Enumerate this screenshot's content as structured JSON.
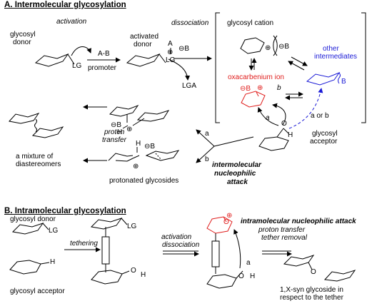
{
  "sections": {
    "a_title": "A. Intermolecular glycosylation",
    "b_title": "B. Intramolecular glycosylation"
  },
  "part_a": {
    "activation": "activation",
    "glycosyl_donor_1": "glycosyl",
    "glycosyl_donor_2": "donor",
    "lg": "LG",
    "ab": "A-B",
    "promoter": "promoter",
    "activated_donor_1": "activated",
    "activated_donor_2": "donor",
    "a": "A",
    "plus": "⊕",
    "minus_b": "⊖B",
    "lg2": "LG",
    "dissociation": "dissociation",
    "lga": "LGA",
    "glycosyl_cation": "glycosyl cation",
    "other_intermediates_1": "other",
    "other_intermediates_2": "intermediates",
    "oxacarbenium_ion": "oxacarbenium ion",
    "b_label": "B",
    "a_or_b": "a or b",
    "glycosyl_acceptor_1": "glycosyl",
    "glycosyl_acceptor_2": "acceptor",
    "proton_transfer_1": "proton",
    "proton_transfer_2": "transfer",
    "mixture_1": "a mixture of",
    "mixture_2": "diastereomers",
    "protonated_glycosides": "protonated glycosides",
    "inter_attack_1": "intermolecular",
    "inter_attack_2": "nucleophilic",
    "inter_attack_3": "attack",
    "path_a": "a",
    "path_b": "b",
    "h": "H",
    "o": "O"
  },
  "part_b": {
    "glycosyl_donor": "glycosyl donor",
    "lg": "LG",
    "tethering": "tethering",
    "glycosyl_acceptor": "glycosyl acceptor",
    "activation": "activation",
    "dissociation": "dissociation",
    "intra_attack": "intramolecular nucleophilic attack",
    "proton_transfer": "proton transfer",
    "tether_removal": "tether removal",
    "product_1": "1,X-syn glycoside in",
    "product_2": "respect to the tether",
    "path_a": "a",
    "h": "H",
    "o": "O"
  },
  "colors": {
    "black": "#000000",
    "red": "#e0201f",
    "blue": "#1a1ad6"
  }
}
